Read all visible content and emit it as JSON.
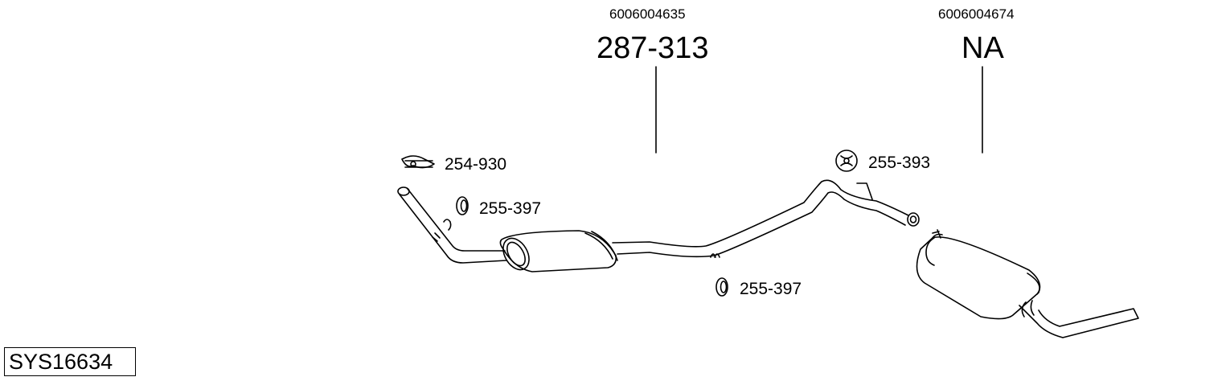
{
  "system_code": "SYS16634",
  "assemblies": [
    {
      "article_no": "6006004635",
      "part_no": "287-313"
    },
    {
      "article_no": "6006004674",
      "part_no": "NA"
    }
  ],
  "accessories": [
    {
      "part_no": "254-930",
      "icon": "clamp-icon"
    },
    {
      "part_no": "255-397",
      "icon": "ring-icon"
    },
    {
      "part_no": "255-393",
      "icon": "rubber-hanger-icon"
    },
    {
      "part_no": "255-397",
      "icon": "ring-icon"
    }
  ]
}
